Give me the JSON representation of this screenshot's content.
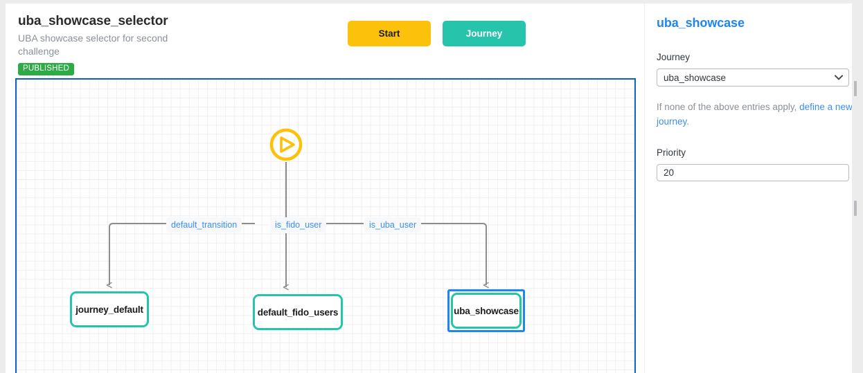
{
  "header": {
    "title": "uba_showcase_selector",
    "subtitle": "UBA showcase selector for second challenge",
    "status": "PUBLISHED",
    "buttons": {
      "start": "Start",
      "journey": "Journey"
    }
  },
  "flow": {
    "start_node": {
      "icon": "play-circle-icon"
    },
    "edge_labels": [
      {
        "id": "default_transition",
        "text": "default_transition"
      },
      {
        "id": "is_fido_user",
        "text": "is_fido_user"
      },
      {
        "id": "is_uba_user",
        "text": "is_uba_user"
      }
    ],
    "nodes": [
      {
        "id": "journey_default",
        "label": "journey_default",
        "selected": false
      },
      {
        "id": "default_fido_users",
        "label": "default_fido_users",
        "selected": false
      },
      {
        "id": "uba_showcase",
        "label": "uba_showcase",
        "selected": true
      }
    ]
  },
  "panel": {
    "title": "uba_showcase",
    "journey_label": "Journey",
    "journey_value": "uba_showcase",
    "journey_options": [
      "uba_showcase"
    ],
    "helper_prefix": "If none of the above entries apply, ",
    "helper_link": "define a new journey",
    "helper_suffix": ".",
    "priority_label": "Priority",
    "priority_value": "20"
  },
  "colors": {
    "accent_blue": "#1e86f0",
    "node_teal": "#25c4ab",
    "start_yellow": "#fcc10b",
    "published_green": "#2cab47",
    "canvas_border": "#0b62c4"
  }
}
